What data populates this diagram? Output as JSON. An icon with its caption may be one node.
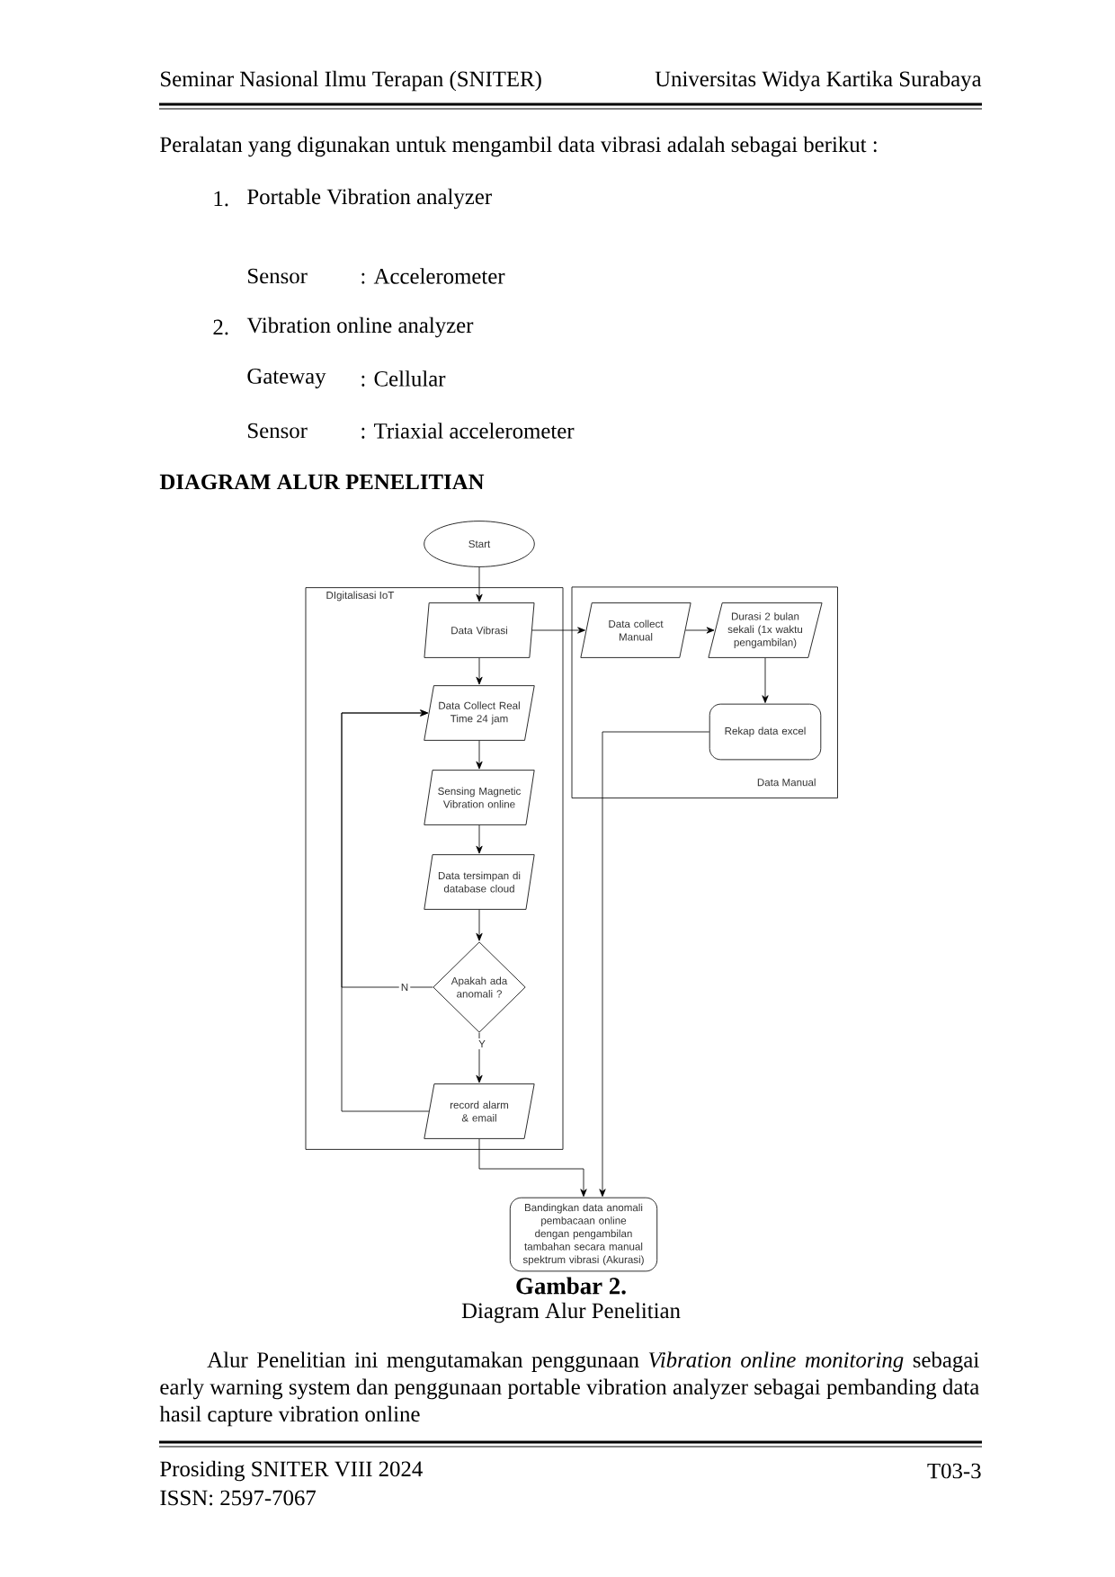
{
  "diagram": {
    "title": "DIAGRAM ALUR PENELITIAN",
    "nodes": [
      {
        "text": [
          "Start"
        ]
      },
      {
        "text": [
          "DIgitalisasi IoT"
        ]
      },
      {
        "text": [
          "Data Vibrasi"
        ],
        "in": 1
      },
      {
        "text": [
          "Data Collect Real Time 24 jam"
        ],
        "in": 1
      },
      {
        "text": [
          "Sensing Magnetic Vibration online"
        ],
        "in": 1
      },
      {
        "text": [
          "Data tersimpan di database cloud"
        ],
        "in": 1
      },
      {
        "text": [
          "Apakah ada anomali ?"
        ],
        "in": 1
      },
      {
        "text": [
          "record alarm & email"
        ],
        "in": 1
      },
      {
        "text": [
          "Data Manual"
        ]
      },
      {
        "text": [
          "Data collect Manual"
        ],
        "in": 8
      },
      {
        "text": [
          "Durasi 2 bulan sekali (1x waktu pengambilan)"
        ],
        "in": 8
      },
      {
        "text": [
          "Rekap data excel"
        ],
        "in": 8
      },
      {
        "text": [
          "Bandingkan data anomali pembacaan online dengan pengambilan tambahan secara manual spektrum vibrasi (Akurasi)"
        ]
      }
    ],
    "edges": [
      {
        "from": 0,
        "to": 2,
        "arrow": "to"
      },
      {
        "from": 2,
        "to": 3,
        "arrow": "to"
      },
      {
        "from": 3,
        "to": 4,
        "arrow": "to"
      },
      {
        "from": 4,
        "to": 5,
        "arrow": "to"
      },
      {
        "from": 5,
        "to": 6,
        "arrow": "to"
      },
      {
        "from": 6,
        "to": 7,
        "arrow": "to",
        "label": "Y"
      },
      {
        "from": 6,
        "to": 3,
        "arrow": "to",
        "label": "N"
      },
      {
        "from": 7,
        "to": 3,
        "arrow": "to"
      },
      {
        "from": 2,
        "to": 9,
        "arrow": "to"
      },
      {
        "from": 9,
        "to": 10,
        "arrow": "to"
      },
      {
        "from": 10,
        "to": 11,
        "arrow": "to"
      },
      {
        "from": 7,
        "to": 12,
        "arrow": "to"
      },
      {
        "from": 11,
        "to": 12,
        "arrow": "to"
      }
    ],
    "labels": [
      "Seminar Nasional Ilmu Terapan (SNITER)",
      "Universitas Widya Kartika Surabaya",
      "Peralatan yang digunakan untuk mengambil data vibrasi adalah sebagai berikut :",
      "1.",
      "Portable Vibration analyzer",
      "Sensor",
      ": Accelerometer",
      "2.",
      "Vibration online analyzer",
      "Gateway",
      ": Cellular",
      "Sensor",
      ": Triaxial accelerometer",
      "Gambar 2.",
      "Diagram Alur Penelitian",
      "Alur Penelitian ini mengutamakan penggunaan *Vibration online monitoring* sebagai early warning system dan penggunaan portable vibration analyzer sebagai pembanding data hasil capture vibration online",
      "Prosiding SNITER VIII 2024",
      "T03-3",
      "ISSN: 2597-7067"
    ]
  }
}
